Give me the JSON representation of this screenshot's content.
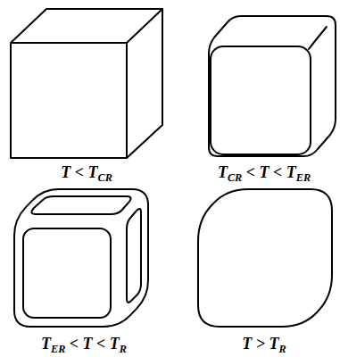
{
  "diagram": {
    "labels": [
      "T < TCR",
      "TCR < T < TER",
      "TER < T < TR",
      "T > TR"
    ]
  }
}
